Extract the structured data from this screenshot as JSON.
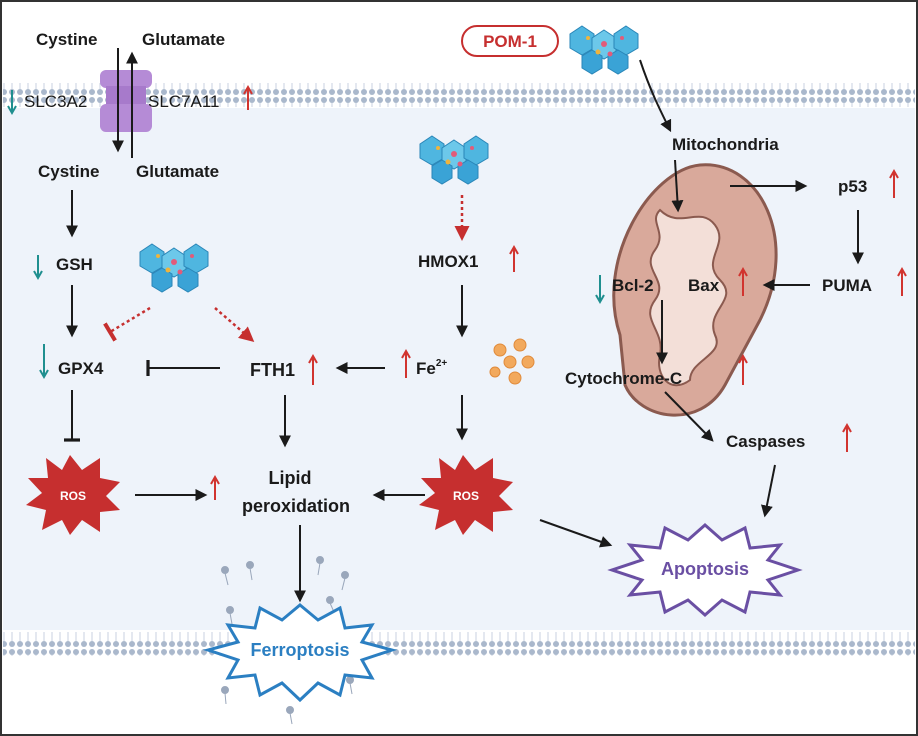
{
  "colors": {
    "up_arrow": "#d1342f",
    "down_arrow": "#1f8f8f",
    "ros_fill": "#c62f2f",
    "ferroptosis": "#2b7fc2",
    "apoptosis": "#6a4fa3",
    "pom_border": "#c62f2f",
    "mitochondria": "#d9a99b",
    "membrane": "#b9c7d9",
    "transporter": "#b58bd6"
  },
  "labels": {
    "pom1": "POM-1",
    "cystine_out": "Cystine",
    "glutamate_out": "Glutamate",
    "cystine_in": "Cystine",
    "glutamate_in": "Glutamate",
    "slc3a2": "SLC3A2",
    "slc7a11": "SLC7A11",
    "gsh": "GSH",
    "gpx4": "GPX4",
    "fth1": "FTH1",
    "hmox1": "HMOX1",
    "fe": "Fe",
    "fe_sup": "2+",
    "lipid_line1": "Lipid",
    "lipid_line2": "peroxidation",
    "ros_left": "ROS",
    "ros_right": "ROS",
    "ferroptosis": "Ferroptosis",
    "mitochondria": "Mitochondria",
    "p53": "p53",
    "puma": "PUMA",
    "bcl2": "Bcl-2",
    "bax": "Bax",
    "cytochrome_c": "Cytochrome-C",
    "caspases": "Caspases",
    "apoptosis": "Apoptosis"
  }
}
